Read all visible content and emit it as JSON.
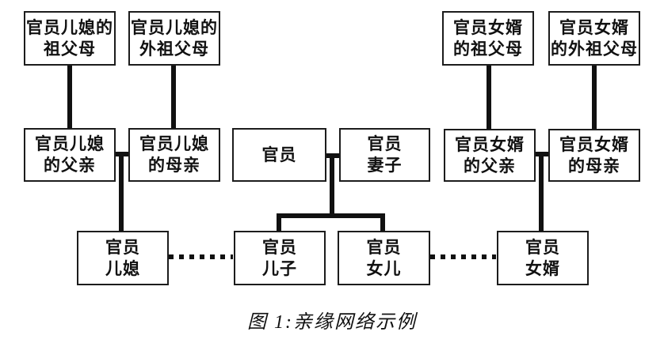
{
  "figure": {
    "caption": "图 1:亲缘网络示例"
  },
  "nodes": {
    "dil_paternal_grandparents": {
      "line1": "官员儿媳的",
      "line2": "祖父母"
    },
    "dil_maternal_grandparents": {
      "line1": "官员儿媳的",
      "line2": "外祖父母"
    },
    "sil_paternal_grandparents": {
      "line1": "官员女婿",
      "line2": "的祖父母"
    },
    "sil_maternal_grandparents": {
      "line1": "官员女婿",
      "line2": "的外祖父母"
    },
    "dil_father": {
      "line1": "官员儿媳",
      "line2": "的父亲"
    },
    "dil_mother": {
      "line1": "官员儿媳",
      "line2": "的母亲"
    },
    "official": {
      "line1": "官员",
      "line2": ""
    },
    "official_wife": {
      "line1": "官员",
      "line2": "妻子"
    },
    "sil_father": {
      "line1": "官员女婿",
      "line2": "的父亲"
    },
    "sil_mother": {
      "line1": "官员女婿",
      "line2": "的母亲"
    },
    "daughter_in_law": {
      "line1": "官员",
      "line2": "儿媳"
    },
    "son": {
      "line1": "官员",
      "line2": "儿子"
    },
    "daughter": {
      "line1": "官员",
      "line2": "女儿"
    },
    "son_in_law": {
      "line1": "官员",
      "line2": "女婿"
    }
  },
  "edges": {
    "solid_line_meaning": "blood/marriage tie",
    "dotted_line_meaning": "marriage tie between bottom-row couples"
  },
  "colors": {
    "line": "#111111",
    "border": "#1c1c1c",
    "text": "#111111",
    "background": "#ffffff"
  }
}
